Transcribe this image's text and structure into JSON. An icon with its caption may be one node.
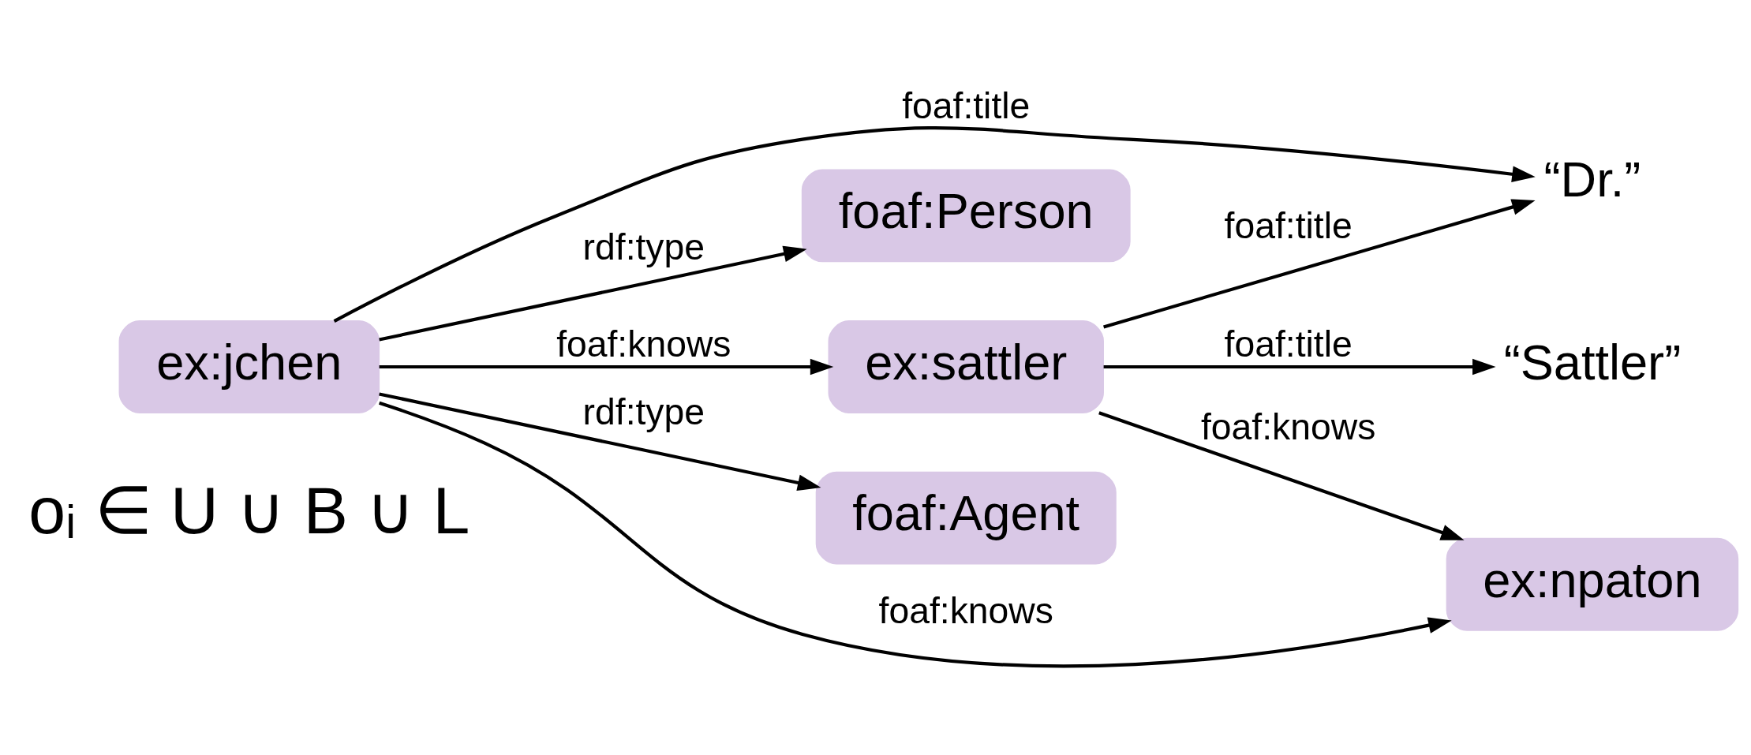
{
  "diagram": {
    "nodes": [
      {
        "text": [
          "“Sattler”"
        ]
      },
      {
        "text": [
          "“Dr.”"
        ]
      },
      {
        "text": [
          "foaf:Person"
        ]
      },
      {
        "text": [
          "ex:sattler"
        ]
      },
      {
        "text": [
          "ex:jchen"
        ]
      },
      {
        "text": [
          "foaf:Agent"
        ]
      },
      {
        "text": [
          "ex:npaton"
        ]
      }
    ],
    "edges": [
      {
        "from": 4,
        "to": 2,
        "arrow": "to",
        "label": "rdf:type"
      },
      {
        "from": 4,
        "to": 1,
        "arrow": "to",
        "label": "foaf:title"
      },
      {
        "from": 3,
        "to": 1,
        "arrow": "to",
        "label": "foaf:title"
      },
      {
        "from": 3,
        "to": 0,
        "arrow": "to",
        "label": "foaf:title"
      },
      {
        "from": 4,
        "to": 3,
        "arrow": "to",
        "label": "foaf:knows"
      },
      {
        "from": 4,
        "to": 5,
        "arrow": "to",
        "label": "rdf:type"
      },
      {
        "from": 4,
        "to": 6,
        "arrow": "to",
        "label": "foaf:knows"
      },
      {
        "from": 3,
        "to": 6,
        "arrow": "to",
        "label": "foaf:knows"
      }
    ],
    "labels": [
      "oᵢ ∈ U ∪ B ∪ L"
    ]
  }
}
